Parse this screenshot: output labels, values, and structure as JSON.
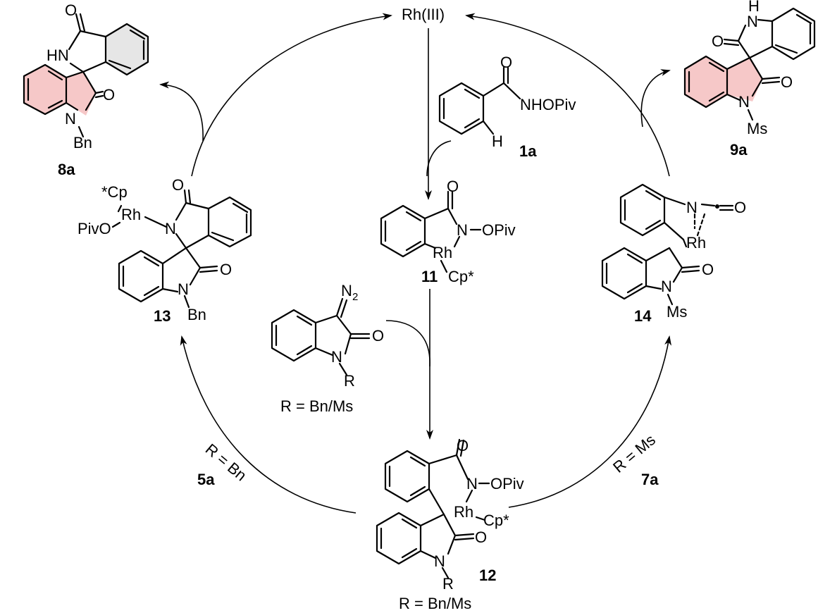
{
  "catalyst": {
    "label": "Rh(III)"
  },
  "compounds": {
    "c1a": {
      "id": "1a",
      "group": "NHOPiv",
      "h": "H",
      "o": "O"
    },
    "c11": {
      "id": "11",
      "n_label": "N",
      "n_sub": "OPiv",
      "rh": "Rh",
      "cp": "Cp*",
      "o": "O"
    },
    "diazo": {
      "n2": "N",
      "n2_sub": "2",
      "n_label": "N",
      "r": "R",
      "o": "O",
      "caption": "R = Bn/Ms"
    },
    "c12": {
      "id": "12",
      "n_label": "N",
      "n_sub": "OPiv",
      "rh": "Rh",
      "cp": "Cp*",
      "o1": "O",
      "o2": "O",
      "n_ring": "N",
      "r": "R",
      "caption": "R = Bn/Ms"
    },
    "c13": {
      "id": "13",
      "cp": "*Cp",
      "rh": "Rh",
      "piv": "PivO",
      "n1": "N",
      "o1": "O",
      "o2": "O",
      "n_ring": "N",
      "bn": "Bn"
    },
    "c14": {
      "id": "14",
      "nco_n": "N",
      "nco_o": "O",
      "rh": "Rh",
      "o": "O",
      "n_ring": "N",
      "ms": "Ms"
    },
    "c8a": {
      "id": "8a",
      "o1": "O",
      "hn": "HN",
      "o2": "O",
      "n_ring": "N",
      "bn": "Bn"
    },
    "c9a": {
      "id": "9a",
      "h": "H",
      "n": "N",
      "o1": "O",
      "o2": "O",
      "n_ring": "N",
      "ms": "Ms"
    }
  },
  "paths": {
    "left": {
      "condition": "R = Bn",
      "reagent": "5a"
    },
    "right": {
      "condition": "R = Ms",
      "reagent": "7a"
    }
  },
  "colors": {
    "highlight": "#f6c8c8",
    "highlight_alt": "#e6e6e6",
    "ink": "#000000"
  }
}
